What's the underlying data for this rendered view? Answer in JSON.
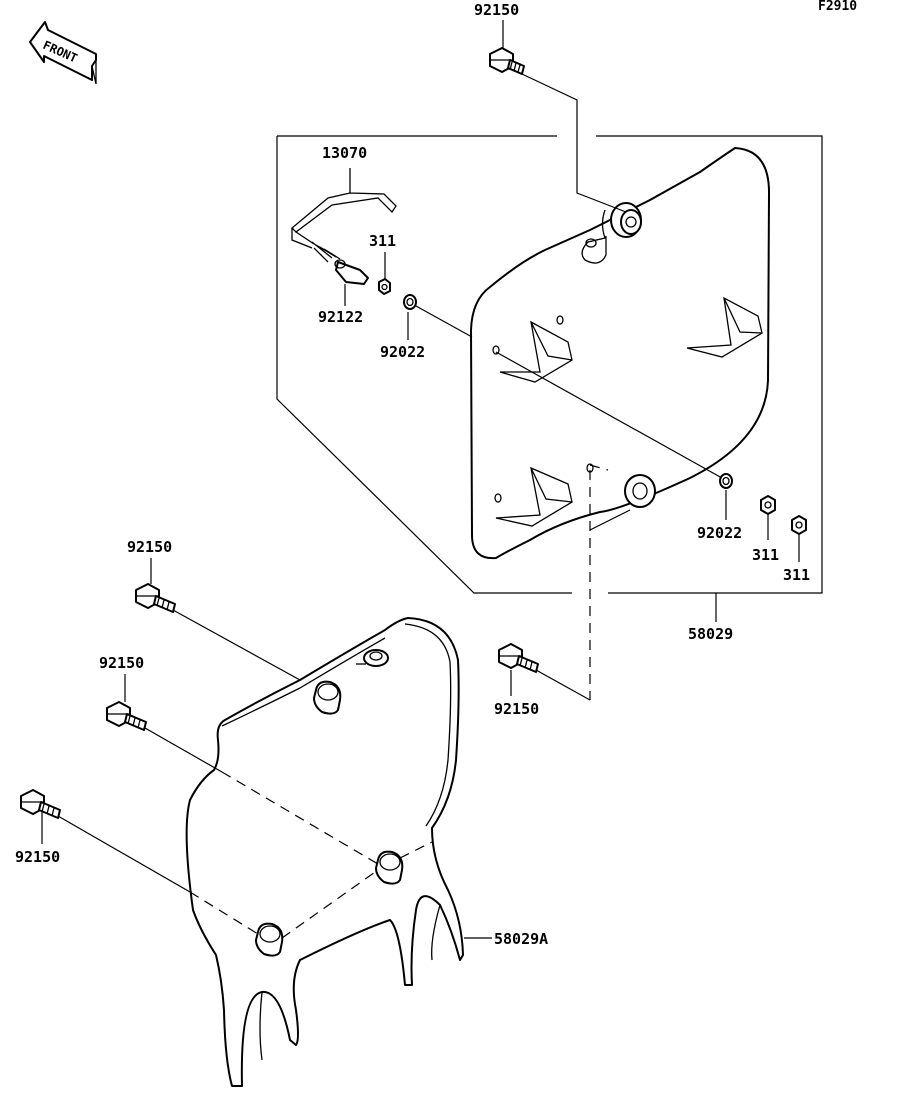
{
  "diagram_ref": "F2910",
  "front_label": "FRONT",
  "parts": {
    "bolt_top": "92150",
    "bracket_13070": "13070",
    "nut_311_a": "311",
    "collar_92122": "92122",
    "washer_92022_a": "92022",
    "washer_92022_b": "92022",
    "nut_311_b": "311",
    "nut_311_c": "311",
    "assy_58029": "58029",
    "bolt_mid": "92150",
    "bolt_left_1": "92150",
    "bolt_left_2": "92150",
    "bolt_left_3": "92150",
    "cover_58029a": "58029A"
  }
}
